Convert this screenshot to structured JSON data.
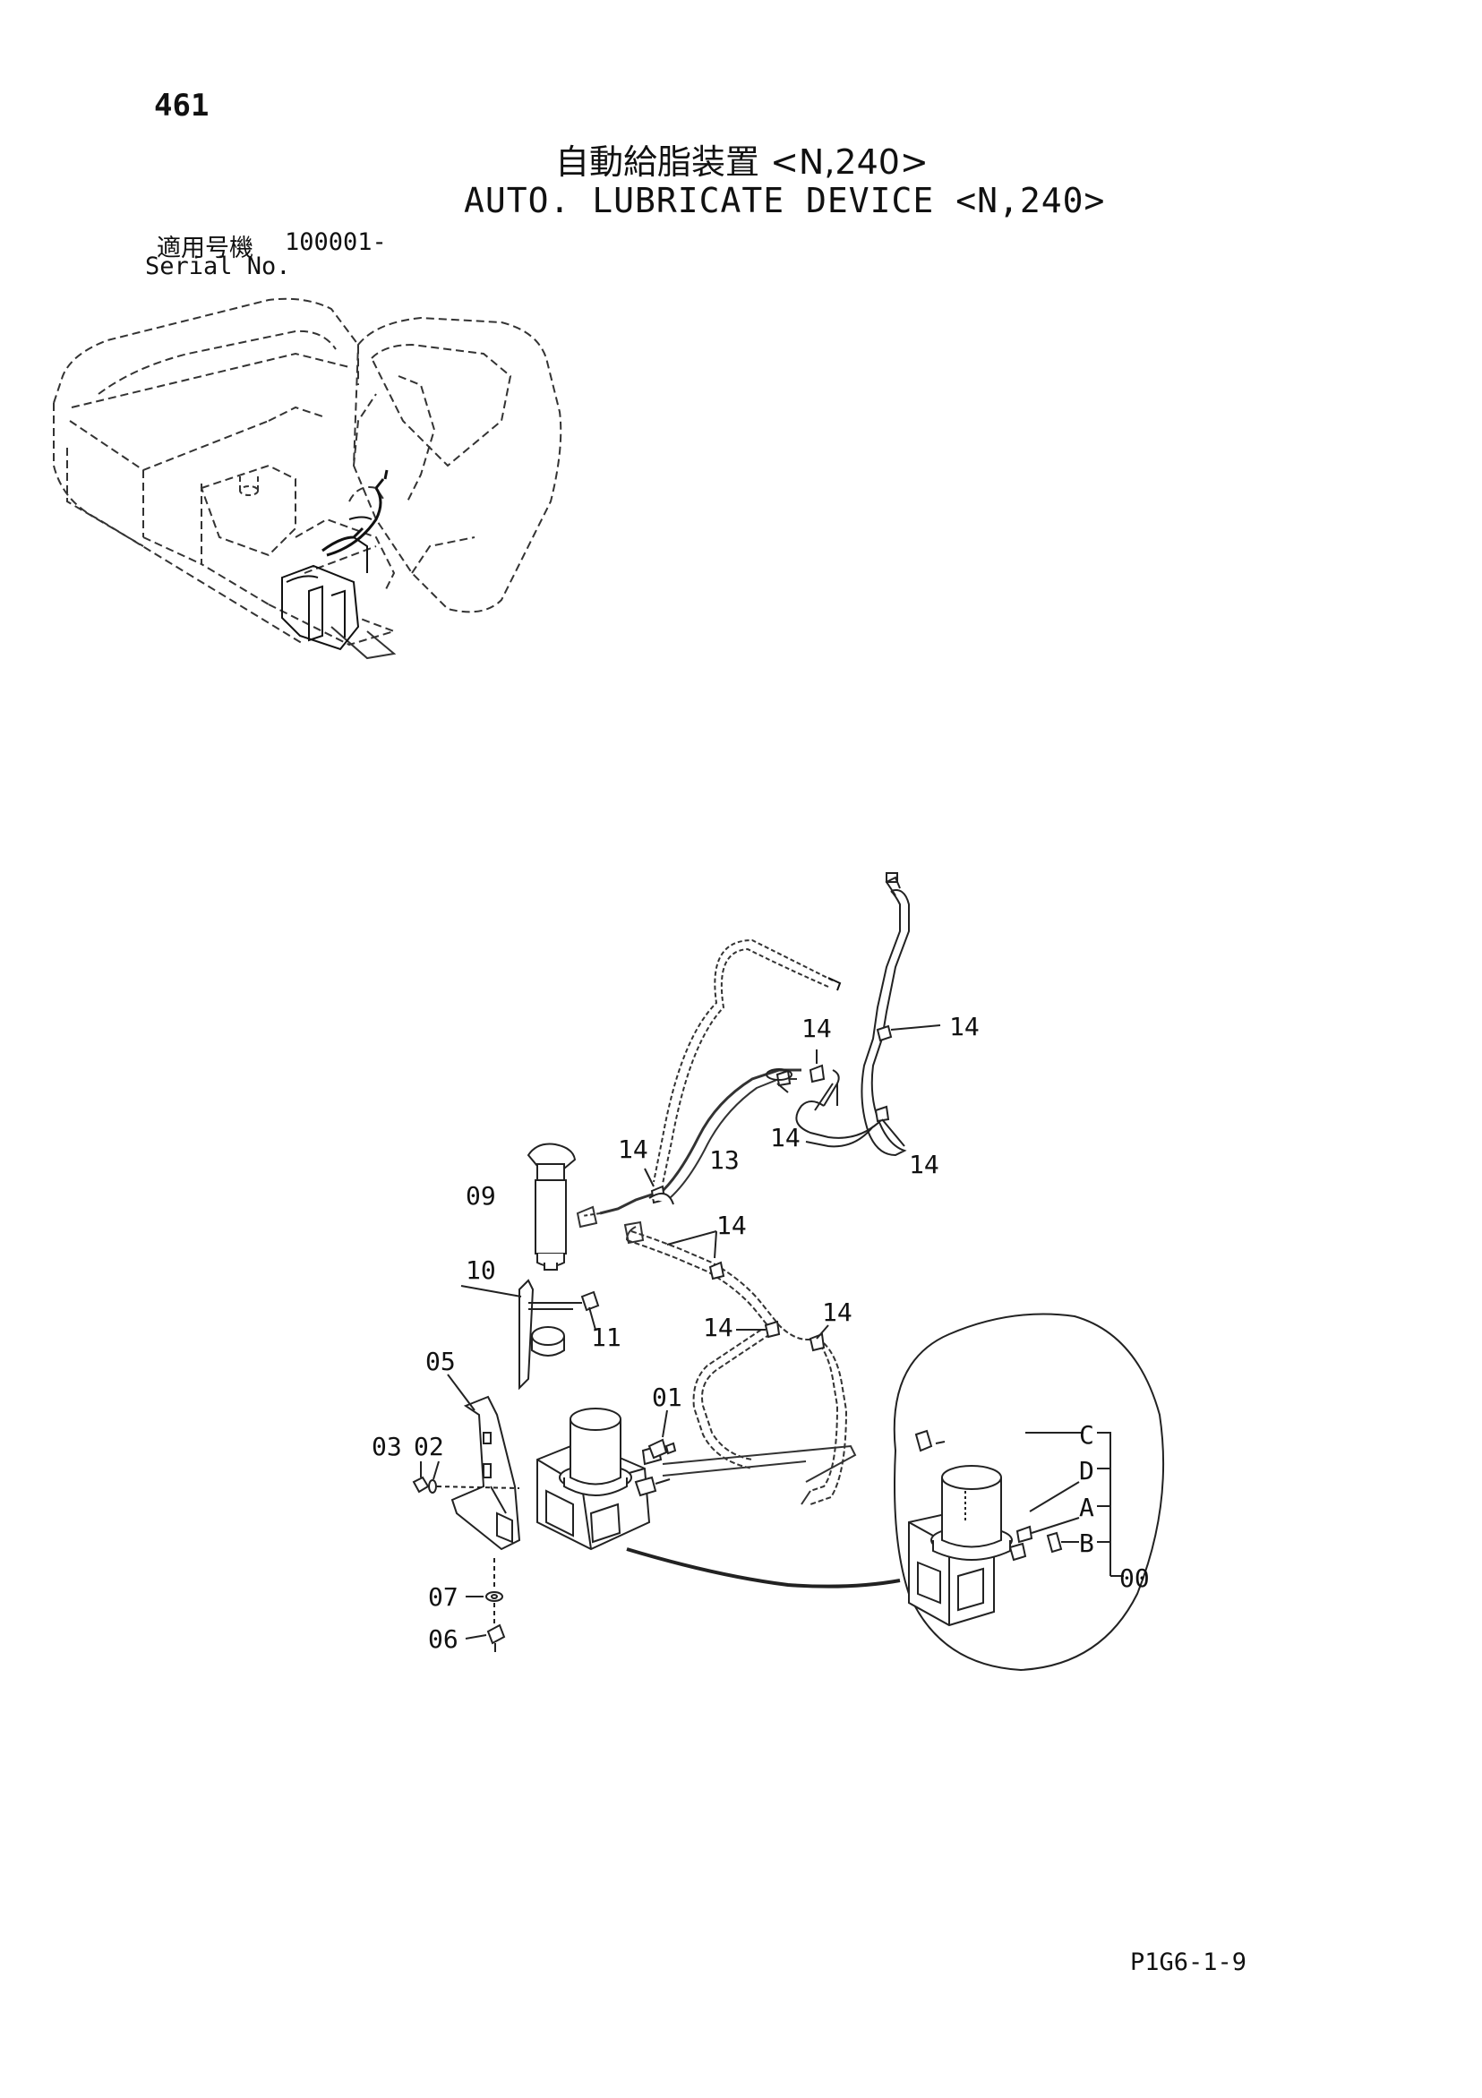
{
  "page": {
    "number": "461",
    "title_jp": "自動給脂装置 <N,240>",
    "title_en": "AUTO. LUBRICATE DEVICE <N,240>",
    "serial_label_jp": "適用号機",
    "serial_value": "100001-",
    "serial_label_en": "Serial No.",
    "diagram_code": "P1G6-1-9"
  },
  "callouts": [
    {
      "id": "c14a",
      "text": "14"
    },
    {
      "id": "c14b",
      "text": "14"
    },
    {
      "id": "c14c",
      "text": "14"
    },
    {
      "id": "c14d",
      "text": "14"
    },
    {
      "id": "c13",
      "text": "13"
    },
    {
      "id": "c14e",
      "text": "14"
    },
    {
      "id": "c14f",
      "text": "14"
    },
    {
      "id": "c09",
      "text": "09"
    },
    {
      "id": "c14g",
      "text": "14"
    },
    {
      "id": "c10",
      "text": "10"
    },
    {
      "id": "c14h",
      "text": "14"
    },
    {
      "id": "c14i",
      "text": "14"
    },
    {
      "id": "c11",
      "text": "11"
    },
    {
      "id": "c05",
      "text": "05"
    },
    {
      "id": "c01",
      "text": "01"
    },
    {
      "id": "c03",
      "text": "03"
    },
    {
      "id": "c02",
      "text": "02"
    },
    {
      "id": "c07",
      "text": "07"
    },
    {
      "id": "c06",
      "text": "06"
    },
    {
      "id": "cC",
      "text": "C"
    },
    {
      "id": "cD",
      "text": "D"
    },
    {
      "id": "cA",
      "text": "A"
    },
    {
      "id": "cB",
      "text": "B"
    },
    {
      "id": "c00",
      "text": "00"
    }
  ]
}
